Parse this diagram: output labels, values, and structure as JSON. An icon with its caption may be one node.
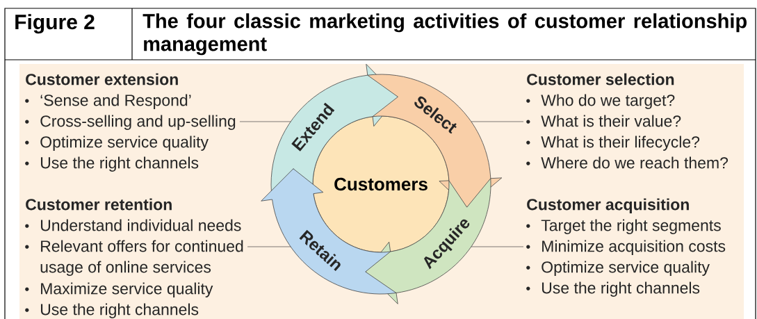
{
  "diagram": {
    "title": "The four classic marketing activities of customer relationship management",
    "nodes": [
      {
        "text": [
          "Customers"
        ]
      },
      {
        "text": [
          "Extend"
        ]
      },
      {
        "text": [
          "Select"
        ]
      },
      {
        "text": [
          "Acquire"
        ]
      },
      {
        "text": [
          "Retain"
        ]
      },
      {
        "text": [
          "Customer extension",
          "‘Sense and Respond’",
          "Cross-selling and up-selling",
          "Optimize service quality",
          "Use the right channels"
        ]
      },
      {
        "text": [
          "Customer selection",
          "Who do we target?",
          "What is their value?",
          "What is their lifecycle?",
          "Where do we reach them?"
        ]
      },
      {
        "text": [
          "Customer retention",
          "Understand individual needs",
          "Relevant offers for continued usage of online services",
          "Maximize service quality",
          "Use the right channels"
        ]
      },
      {
        "text": [
          "Customer acquisition",
          "Target the right segments",
          "Minimize acquisition costs",
          "Optimize service quality",
          "Use the right channels"
        ]
      }
    ],
    "edges": [
      {
        "from": 5,
        "to": 1,
        "arrow": "none"
      },
      {
        "from": 6,
        "to": 2,
        "arrow": "none"
      },
      {
        "from": 7,
        "to": 4,
        "arrow": "none"
      },
      {
        "from": 8,
        "to": 3,
        "arrow": "none"
      }
    ],
    "labels": [
      "Figure 2"
    ]
  }
}
